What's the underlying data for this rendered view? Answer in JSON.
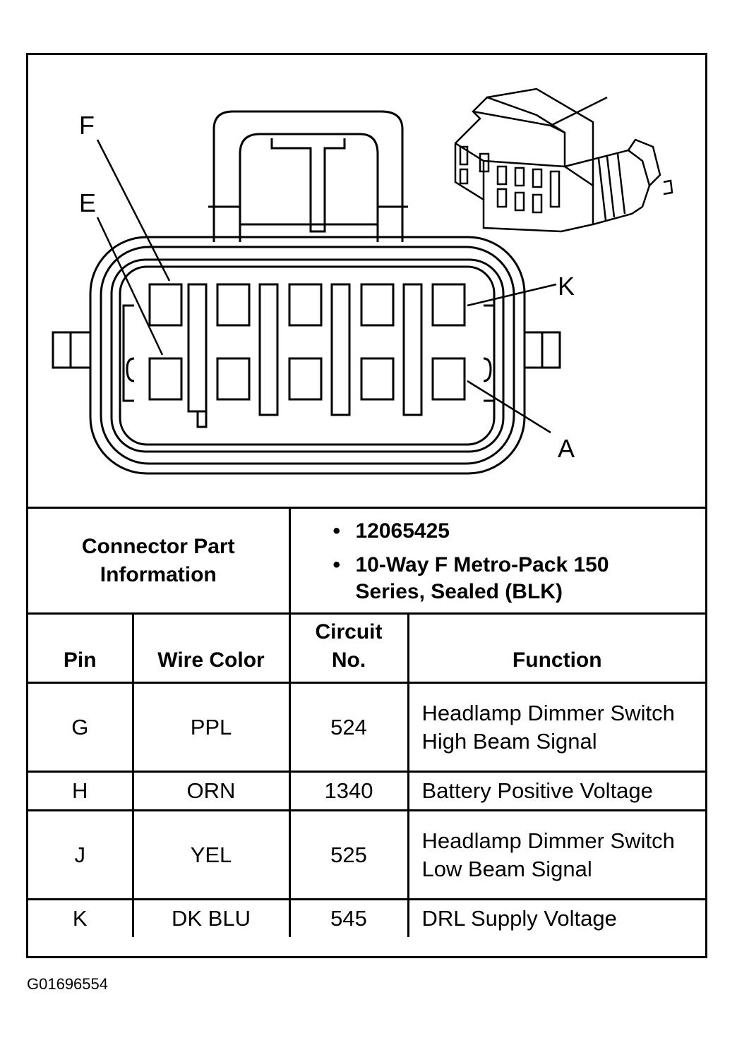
{
  "diagram": {
    "pin_labels": [
      "F",
      "E",
      "K",
      "A"
    ]
  },
  "part_info": {
    "label": "Connector Part Information",
    "items": [
      "12065425",
      "10-Way F Metro-Pack 150 Series, Sealed (BLK)"
    ]
  },
  "pins_table": {
    "headers": [
      "Pin",
      "Wire Color",
      "Circuit No.",
      "Function"
    ],
    "rows": [
      {
        "pin": "G",
        "color": "PPL",
        "circuit": "524",
        "function": "Headlamp Dimmer Switch High Beam Signal"
      },
      {
        "pin": "H",
        "color": "ORN",
        "circuit": "1340",
        "function": "Battery Positive Voltage"
      },
      {
        "pin": "J",
        "color": "YEL",
        "circuit": "525",
        "function": "Headlamp Dimmer Switch Low Beam Signal"
      },
      {
        "pin": "K",
        "color": "DK BLU",
        "circuit": "545",
        "function": "DRL Supply Voltage"
      }
    ]
  },
  "figure_id": "G01696554"
}
